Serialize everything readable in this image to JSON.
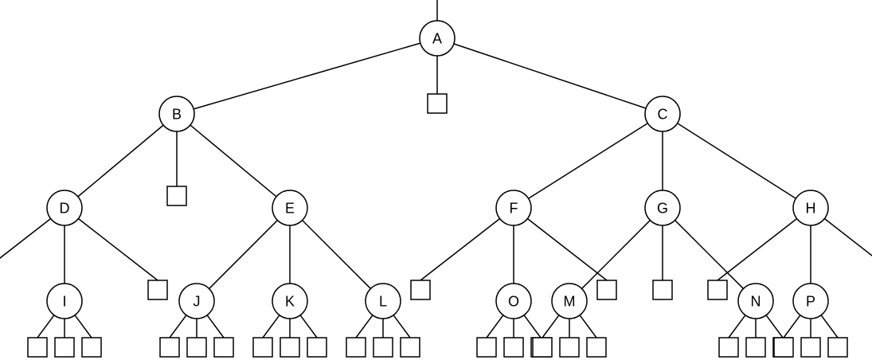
{
  "tree": {
    "label": "A",
    "children": [
      {
        "label": "B",
        "children": [
          {
            "label": "D",
            "children": [
              {
                "leaf": true
              },
              {
                "label": "I",
                "children": [
                  {
                    "leaf": true
                  },
                  {
                    "leaf": true
                  },
                  {
                    "leaf": true
                  }
                ]
              },
              {
                "leaf": true
              }
            ]
          },
          {
            "leaf": true
          },
          {
            "label": "E",
            "children": [
              {
                "label": "J",
                "children": [
                  {
                    "leaf": true
                  },
                  {
                    "leaf": true
                  },
                  {
                    "leaf": true
                  }
                ]
              },
              {
                "label": "K",
                "children": [
                  {
                    "leaf": true
                  },
                  {
                    "leaf": true
                  },
                  {
                    "leaf": true
                  }
                ]
              },
              {
                "label": "L",
                "children": [
                  {
                    "leaf": true
                  },
                  {
                    "leaf": true
                  },
                  {
                    "leaf": true
                  }
                ]
              }
            ]
          }
        ]
      },
      {
        "leaf": true
      },
      {
        "label": "C",
        "children": [
          {
            "label": "F",
            "children": [
              {
                "leaf": true
              },
              {
                "label": "O",
                "children": [
                  {
                    "leaf": true
                  },
                  {
                    "leaf": true
                  },
                  {
                    "leaf": true
                  }
                ]
              },
              {
                "leaf": true
              }
            ]
          },
          {
            "label": "G",
            "children": [
              {
                "label": "M",
                "children": [
                  {
                    "leaf": true
                  },
                  {
                    "leaf": true
                  },
                  {
                    "leaf": true
                  }
                ]
              },
              {
                "leaf": true
              },
              {
                "label": "N",
                "children": [
                  {
                    "leaf": true
                  },
                  {
                    "leaf": true
                  },
                  {
                    "leaf": true
                  }
                ]
              }
            ]
          },
          {
            "label": "H",
            "children": [
              {
                "leaf": true
              },
              {
                "label": "P",
                "children": [
                  {
                    "leaf": true
                  },
                  {
                    "leaf": true
                  },
                  {
                    "leaf": true
                  }
                ]
              },
              {
                "leaf": true
              }
            ]
          }
        ]
      }
    ]
  }
}
